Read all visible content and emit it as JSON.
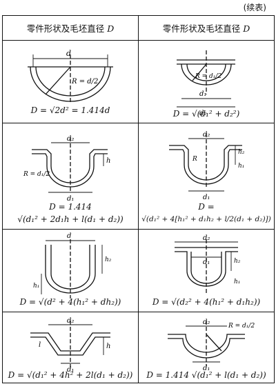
{
  "continued_label": "(续表)",
  "header": {
    "col1": "零件形状及毛坯直径",
    "col1_var": "D",
    "col2": "零件形状及毛坯直径",
    "col2_var": "D"
  },
  "rows": [
    {
      "left_formula": "D = √2d² = 1.414d",
      "right_formula": "D = √(d₁² + d₂²)"
    },
    {
      "left_formula_line1": "D = 1.414",
      "left_formula_line2": "√(d₁² + 2d₁h + l(d₁ + d₂))",
      "right_formula_line1": "D =",
      "right_formula_line2": "√(d₁² + 4[h₁² + d₁h₂ + l/2(d₁ + d₂)])"
    },
    {
      "left_formula": "D = √(d² + 4(h₁² + dh₂))",
      "right_formula": "D = √(d₂² + 4(h₁² + d₁h₂))"
    },
    {
      "left_formula": "D = √(d₁² + 4h² + 2l(d₁ + d₂))",
      "right_formula": "D = 1.414 √(d₁² + l(d₁ + d₂))"
    }
  ],
  "labels": {
    "d": "d",
    "d1": "d₁",
    "d2": "d₂",
    "h": "h",
    "h1": "h₁",
    "h2": "h₂",
    "l": "l",
    "r_half_d": "R = d/2",
    "r_half_d1": "R = d₁/2",
    "r": "R"
  }
}
